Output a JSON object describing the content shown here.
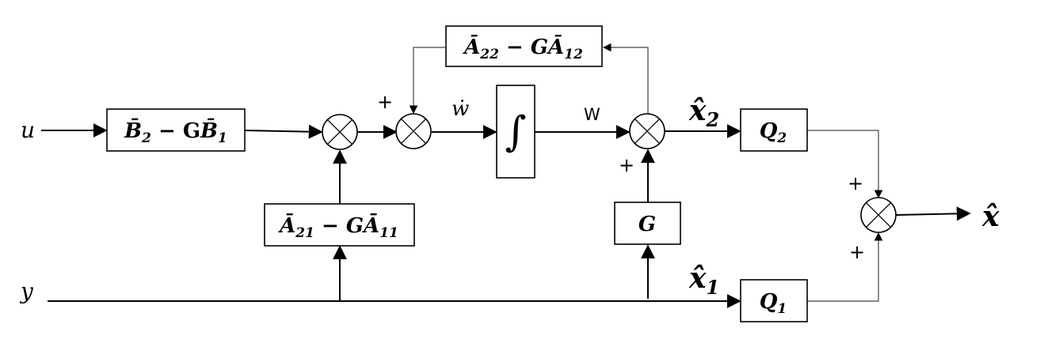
{
  "inputs": {
    "u": "u",
    "y": "y"
  },
  "outputs": {
    "x_hat": "x̂"
  },
  "blocks": {
    "b2_gb1": {
      "main": "B̄",
      "sub1": "2",
      "mid": " − G",
      "main2": "B̄",
      "sub2": "1"
    },
    "a21_ga11": {
      "main": "Ā",
      "sub1": "21",
      "mid": " − G",
      "main2": "Ā",
      "sub2": "11"
    },
    "a22_ga12": {
      "main": "Ā",
      "sub1": "22",
      "mid": " − G",
      "main2": "Ā",
      "sub2": "12"
    },
    "integrator": "∫",
    "g": "G",
    "q2": {
      "main": "Q",
      "sub": "2"
    },
    "q1": {
      "main": "Q",
      "sub": "1"
    }
  },
  "signals": {
    "w_dot": "ẇ",
    "w": "W",
    "x2_hat": {
      "main": "x̂",
      "sub": "2"
    },
    "x1_hat": {
      "main": "x̂",
      "sub": "1"
    }
  },
  "signs": {
    "plus_top": "+",
    "plus_g": "+",
    "plus_out_top": "+",
    "plus_out_bottom": "+"
  }
}
